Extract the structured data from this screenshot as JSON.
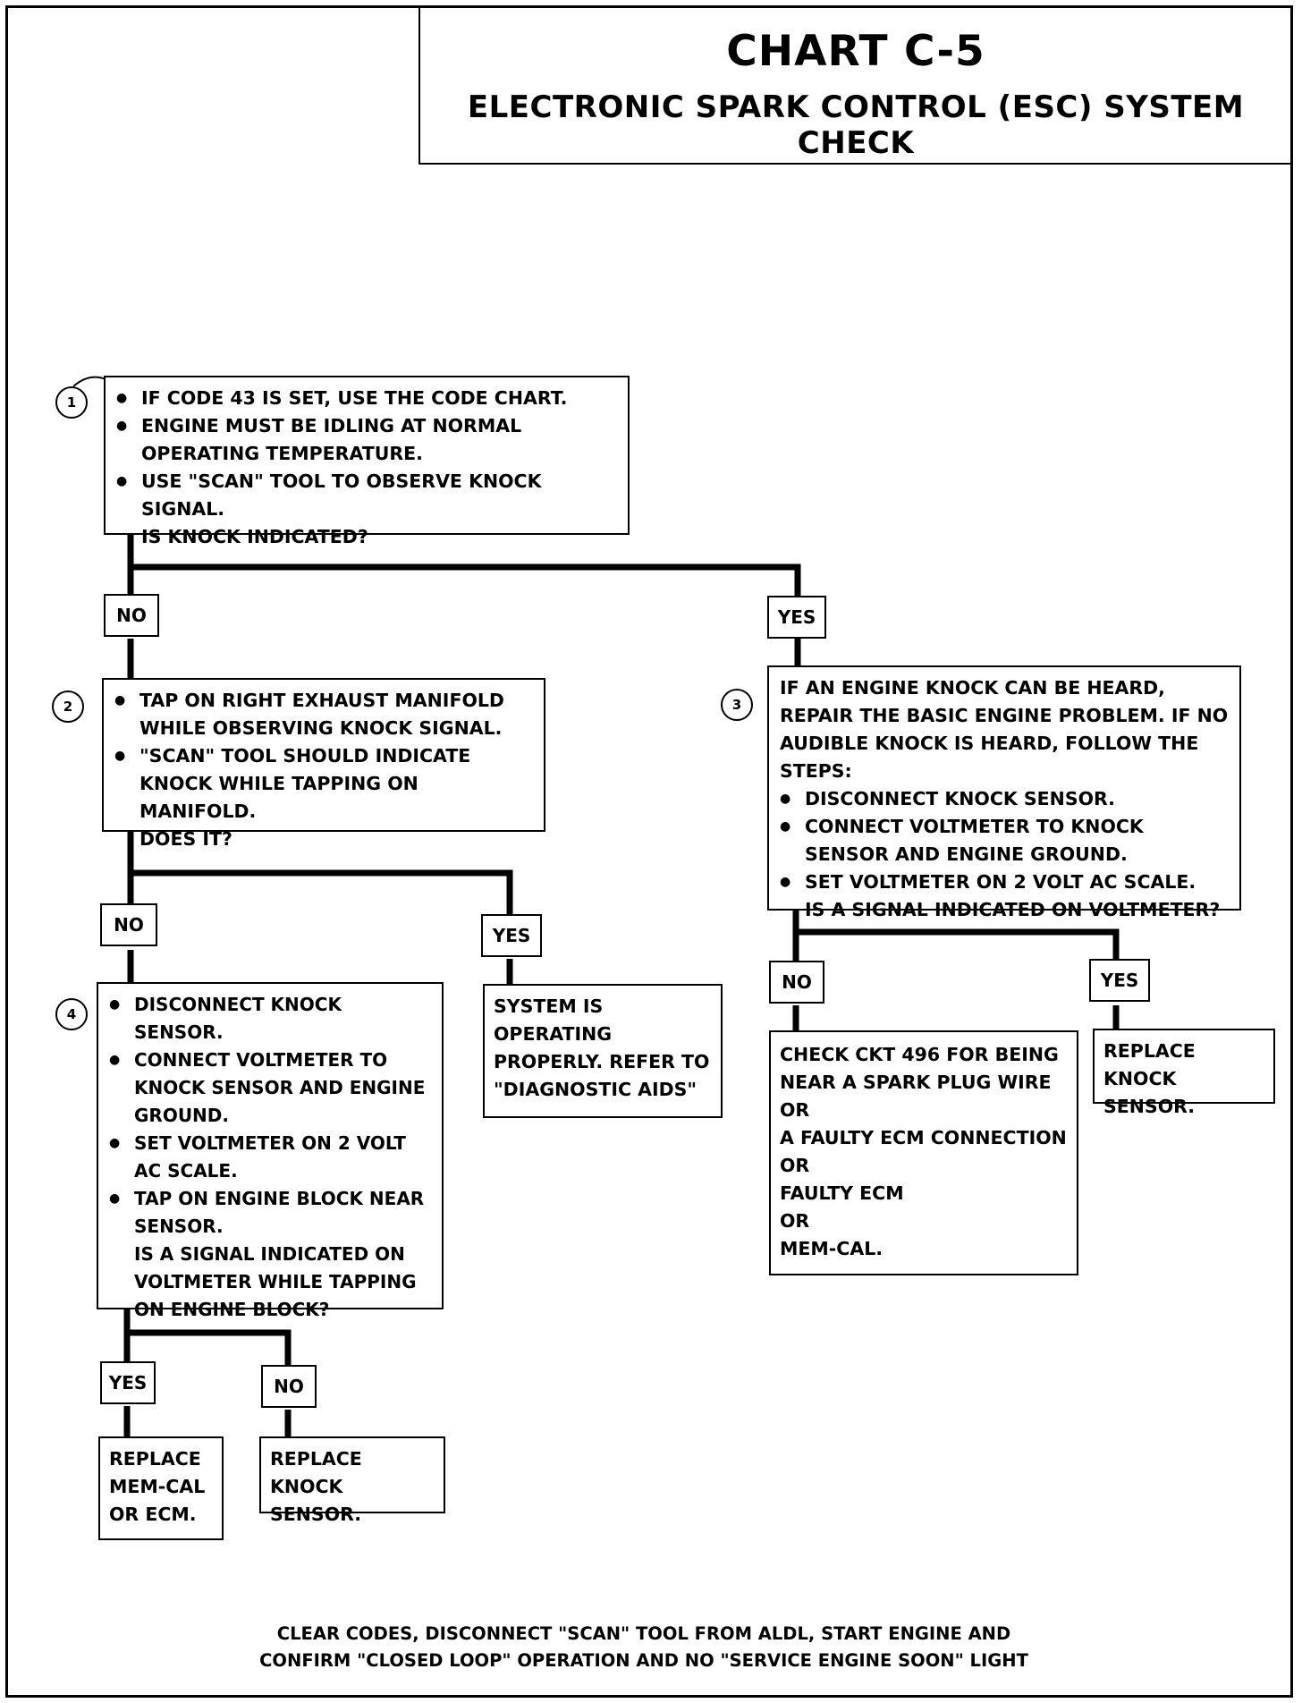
{
  "chart": {
    "title": "CHART C-5",
    "subtitle": "ELECTRONIC SPARK CONTROL (ESC) SYSTEM CHECK"
  },
  "steps": {
    "s1": {
      "number": "1",
      "bullets": [
        "IF CODE 43 IS SET, USE THE CODE CHART.",
        "ENGINE MUST BE IDLING AT NORMAL OPERATING TEMPERATURE.",
        "USE \"SCAN\" TOOL TO OBSERVE KNOCK SIGNAL."
      ],
      "question": "IS KNOCK INDICATED?"
    },
    "s2": {
      "number": "2",
      "bullets": [
        "TAP ON RIGHT EXHAUST MANIFOLD WHILE OBSERVING KNOCK SIGNAL.",
        "\"SCAN\" TOOL SHOULD INDICATE KNOCK WHILE TAPPING ON MANIFOLD."
      ],
      "question": "DOES IT?"
    },
    "s3": {
      "number": "3",
      "intro": "IF AN ENGINE KNOCK CAN BE HEARD, REPAIR THE BASIC ENGINE PROBLEM.  IF NO AUDIBLE KNOCK IS HEARD, FOLLOW THE STEPS:",
      "bullets": [
        "DISCONNECT KNOCK SENSOR.",
        "CONNECT VOLTMETER TO KNOCK SENSOR AND ENGINE GROUND.",
        "SET VOLTMETER ON 2 VOLT AC SCALE."
      ],
      "question": "IS A SIGNAL INDICATED ON VOLTMETER?"
    },
    "s4": {
      "number": "4",
      "bullets": [
        "DISCONNECT KNOCK SENSOR.",
        "CONNECT VOLTMETER TO KNOCK SENSOR AND ENGINE GROUND.",
        "SET VOLTMETER ON 2 VOLT AC SCALE.",
        "TAP ON ENGINE BLOCK NEAR SENSOR."
      ],
      "question": "IS A SIGNAL INDICATED ON VOLTMETER WHILE TAPPING ON ENGINE BLOCK?"
    }
  },
  "labels": {
    "no": "NO",
    "yes": "YES"
  },
  "results": {
    "system_ok": "SYSTEM IS OPERATING PROPERLY.  REFER TO \"DIAGNOSTIC AIDS\"",
    "check_ckt": [
      "CHECK CKT 496 FOR BEING NEAR A SPARK PLUG WIRE",
      "OR",
      "A FAULTY ECM CONNECTION",
      "OR",
      "FAULTY ECM",
      "OR",
      "MEM-CAL."
    ],
    "replace_knock_sensor_right": "REPLACE KNOCK SENSOR.",
    "replace_memcal": "REPLACE MEM-CAL OR ECM.",
    "replace_knock_sensor_bottom": "REPLACE KNOCK SENSOR."
  },
  "footer": {
    "line1": "CLEAR CODES, DISCONNECT \"SCAN\" TOOL FROM ALDL, START ENGINE  AND",
    "line2": "CONFIRM \"CLOSED LOOP\" OPERATION AND NO  \"SERVICE ENGINE SOON\"  LIGHT"
  }
}
